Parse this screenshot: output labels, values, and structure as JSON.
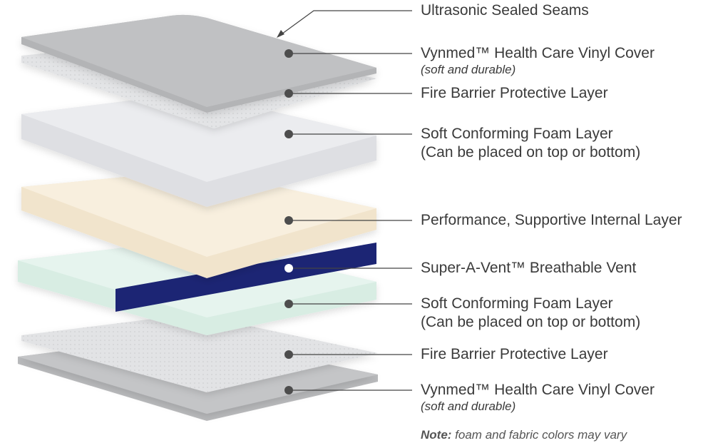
{
  "callouts": [
    {
      "id": "seams",
      "text": "Ultrasonic Sealed Seams"
    },
    {
      "id": "vinyl-top",
      "text": "Vynmed™ Health Care Vinyl Cover",
      "sub": "(soft and durable)"
    },
    {
      "id": "fire-top",
      "text": "Fire Barrier Protective Layer"
    },
    {
      "id": "foam-top",
      "text": "Soft Conforming Foam Layer",
      "line2": "(Can be placed on top or bottom)"
    },
    {
      "id": "performance",
      "text": "Performance, Supportive Internal Layer"
    },
    {
      "id": "vent",
      "text": "Super-A-Vent™ Breathable Vent"
    },
    {
      "id": "foam-bottom",
      "text": "Soft Conforming Foam Layer",
      "line2": "(Can be placed on top or bottom)"
    },
    {
      "id": "fire-bottom",
      "text": "Fire Barrier Protective Layer"
    },
    {
      "id": "vinyl-bottom",
      "text": "Vynmed™ Health Care Vinyl Cover",
      "sub": "(soft and durable)"
    }
  ],
  "note": {
    "bold": "Note:",
    "text": " foam and fabric colors may vary"
  },
  "colors": {
    "vinyl": "#bfc0c2",
    "fire_barrier": "#dcdddf",
    "soft_foam_top": "#e9eaee",
    "performance": "#f7eedc",
    "soft_foam_bottom": "#e4f3ec",
    "vent": "#1c2574",
    "leader": "#444444",
    "dot": "#4d4d4d"
  }
}
